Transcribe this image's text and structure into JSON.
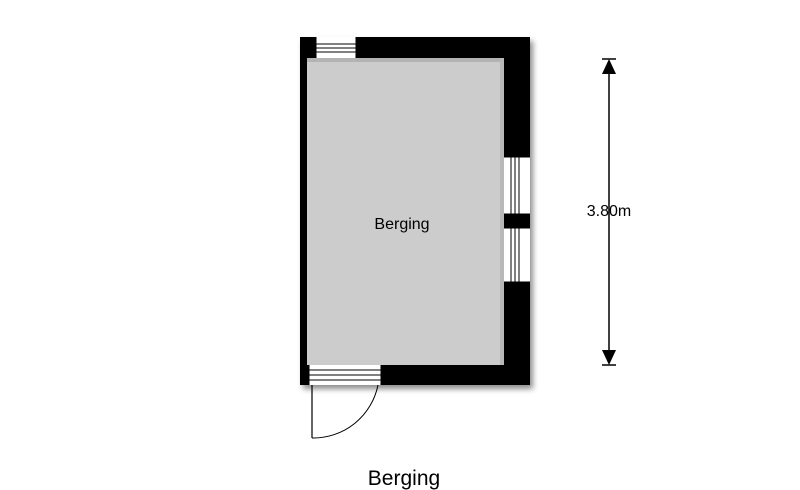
{
  "floor_plan": {
    "room": {
      "label": "Berging"
    },
    "dimension": {
      "label": "3.80m"
    },
    "caption": "Berging"
  },
  "colors": {
    "wall": "#000000",
    "floor": "#cccccc",
    "background": "#ffffff",
    "text": "#000000"
  }
}
